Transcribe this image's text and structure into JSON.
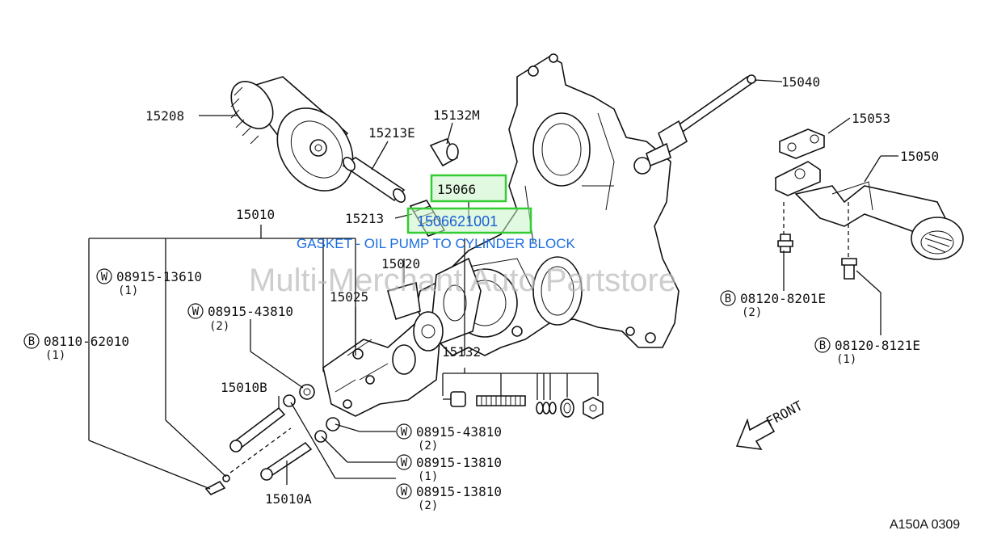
{
  "diagram_code": "A150A 0309",
  "watermark": "Multi-Merchant Auto Partstore",
  "highlight": {
    "part_box": "15066",
    "part_number": "1506621001",
    "description": "GASKET - OIL PUMP TO CYLINDER BLOCK"
  },
  "front_label": "FRONT",
  "labels": {
    "p15208": "15208",
    "p15213E": "15213E",
    "p15132M": "15132M",
    "p15213": "15213",
    "p15010": "15010",
    "p15020": "15020",
    "p15025": "15025",
    "p15132": "15132",
    "p15010B": "15010B",
    "p15010A": "15010A",
    "p15040": "15040",
    "p15053": "15053",
    "p15050": "15050",
    "w1_code": "08915-13610",
    "w1_qty": "(1)",
    "w1_sym": "W",
    "w2_code": "08915-43810",
    "w2_qty": "(2)",
    "w2_sym": "W",
    "b1_code": "08110-62010",
    "b1_qty": "(1)",
    "b1_sym": "B",
    "w3_code": "08915-43810",
    "w3_qty": "(2)",
    "w3_sym": "W",
    "w4_code": "08915-13810",
    "w4_qty": "(1)",
    "w4_sym": "W",
    "w5_code": "08915-13810",
    "w5_qty": "(2)",
    "w5_sym": "W",
    "b2_code": "08120-8201E",
    "b2_qty": "(2)",
    "b2_sym": "B",
    "b3_code": "08120-8121E",
    "b3_qty": "(1)",
    "b3_sym": "B"
  }
}
